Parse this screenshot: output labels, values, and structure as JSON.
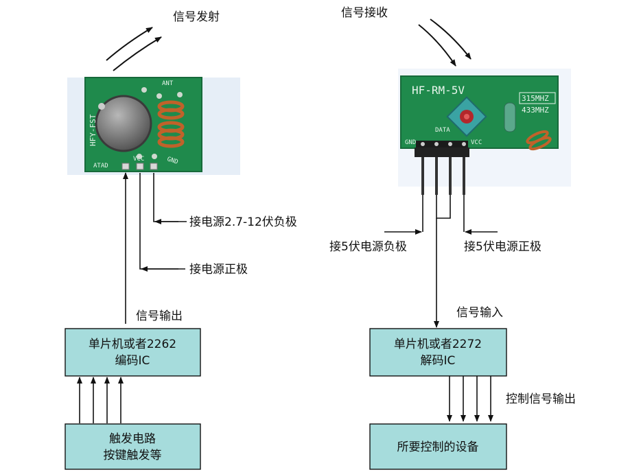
{
  "transmitter": {
    "signal_label": "信号发射",
    "model": "HFY-FST",
    "ant": "ANT",
    "vcc": "VCC",
    "gnd": "GND",
    "data": "ATAD",
    "neg_label": "接电源2.7-12伏负极",
    "pos_label": "接电源正极",
    "out_label": "信号输出",
    "encoder_box": {
      "line1": "单片机或者2262",
      "line2": "编码IC"
    },
    "trigger_box": {
      "line1": "触发电路",
      "line2": "按键触发等"
    }
  },
  "receiver": {
    "signal_label": "信号接收",
    "model": "HF-RM-5V",
    "freq1": "315MHZ",
    "freq2": "433MHZ",
    "gnd": "GND",
    "data": "DATA",
    "vcc": "VCC",
    "neg_label": "接5伏电源负极",
    "pos_label": "接5伏电源正极",
    "in_label": "信号输入",
    "decoder_box": {
      "line1": "单片机或者2272",
      "line2": "解码IC"
    },
    "ctrl_label": "控制信号输出",
    "device_box": {
      "line1": "所要控制的设备"
    }
  },
  "colors": {
    "pcb": "#1f8a4c",
    "box_fill": "#a6dcdc",
    "copper": "#c0622a",
    "line": "#111111"
  }
}
